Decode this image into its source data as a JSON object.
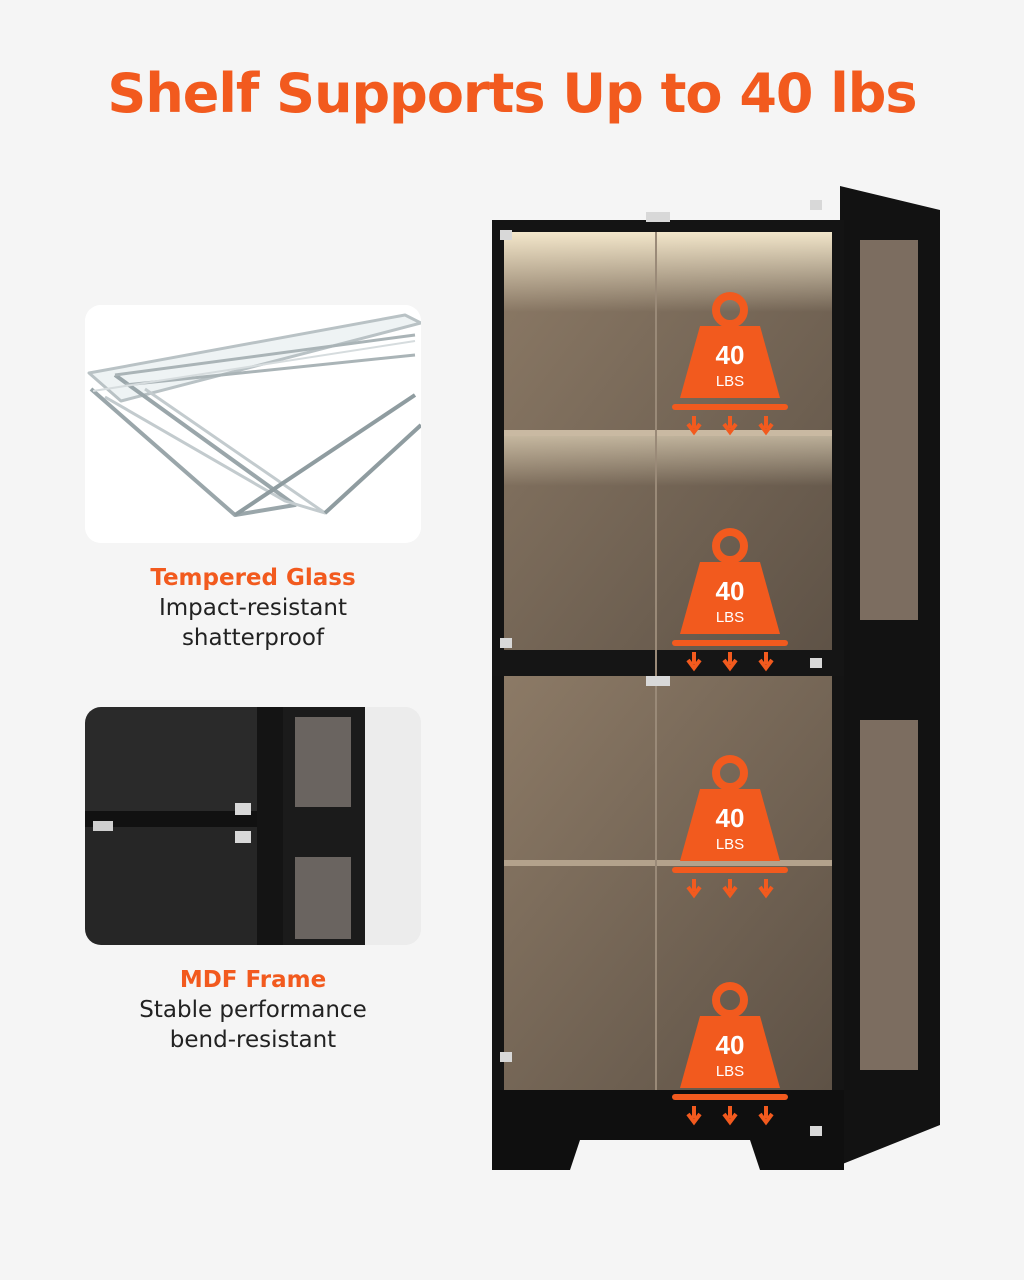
{
  "headline": "Shelf Supports Up to 40 lbs",
  "colors": {
    "accent": "#f25a1e",
    "frame_black": "#141414",
    "interior_bronze": "#7a6a58",
    "background": "#f5f5f5"
  },
  "features": [
    {
      "title": "Tempered Glass",
      "lines": [
        "Impact-resistant",
        "shatterproof"
      ],
      "icon": "glass-panels-image"
    },
    {
      "title": "MDF Frame",
      "lines": [
        "Stable performance",
        "bend-resistant"
      ],
      "icon": "frame-closeup-image"
    }
  ],
  "load_badges": [
    {
      "value": "40",
      "unit": "LBS"
    },
    {
      "value": "40",
      "unit": "LBS"
    },
    {
      "value": "40",
      "unit": "LBS"
    },
    {
      "value": "40",
      "unit": "LBS"
    }
  ]
}
